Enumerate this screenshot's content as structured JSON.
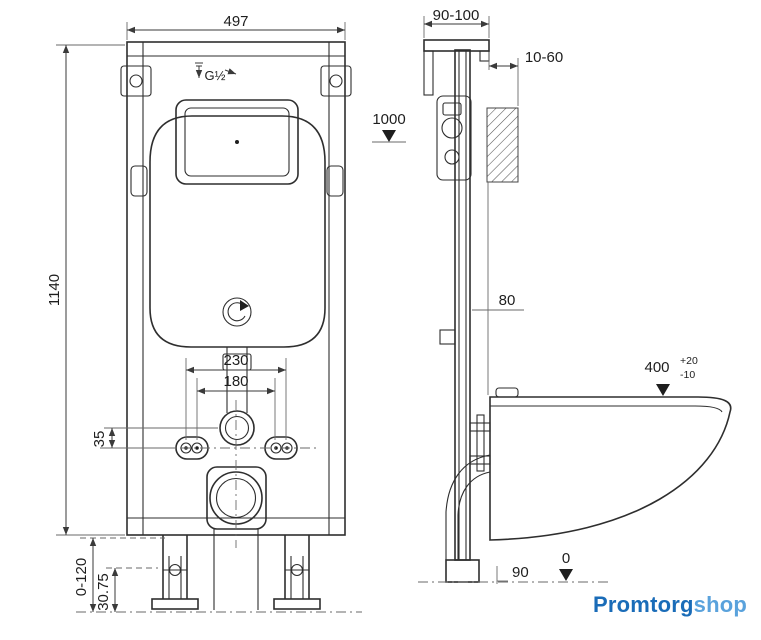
{
  "page": {
    "background": "#ffffff"
  },
  "drawing": {
    "front": {
      "width": "497",
      "height": "1140",
      "inlet_thread": "G½",
      "bolt_spacing_outer": "230",
      "bolt_spacing_inner": "180",
      "axis_offset": "35",
      "leg_adjust_range": "0-120",
      "foot_height": "30.75"
    },
    "side": {
      "frame_depth": "90-100",
      "wall_clearance": "10-60",
      "cistern_level": "1000",
      "drain_pipe": "80",
      "bowl_height": "400",
      "bowl_height_tol_plus": "+20",
      "bowl_height_tol_minus": "-10",
      "outlet_height": "90",
      "floor_level": "0"
    }
  },
  "logo": {
    "part1": "Promtorg",
    "part2": "shop",
    "color_primary": "#1a6cb8",
    "color_secondary": "#5aa2dc"
  }
}
